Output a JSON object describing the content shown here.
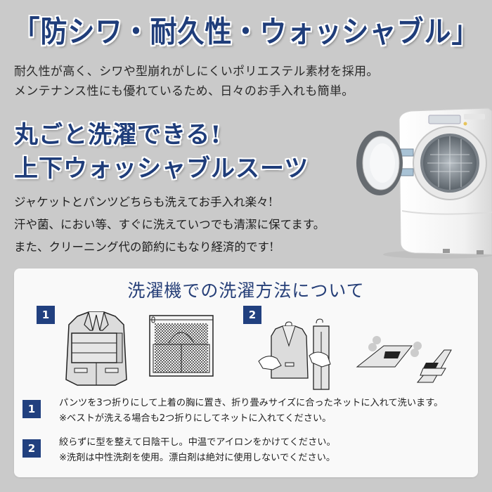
{
  "header": {
    "title": "「防シワ・耐久性・ウォッシャブル」"
  },
  "intro": {
    "lines": [
      "耐久性が高く、シワや型崩れがしにくいポリエステル素材を採用。",
      "メンテナンス性にも優れているため、日々のお手入れも簡単。"
    ]
  },
  "headline": {
    "lines": [
      "丸ごと洗濯できる!",
      "上下ウォッシャブルスーツ"
    ]
  },
  "features": {
    "lines": [
      "ジャケットとパンツどちらも洗えてお手入れ楽々!",
      "汗や菌、におい等、すぐに洗えていつでも清潔に保てます。",
      "また、クリーニング代の節約にもなり経済的です!"
    ]
  },
  "images": {
    "washer": "washing-machine-open-door",
    "step1_a": "jacket-with-folded-pants",
    "step1_b": "laundry-net-bag",
    "step2_a": "jacket-and-pants-on-hangers-with-hands",
    "step2_b": "ironing-folded-garments-with-steam"
  },
  "panel": {
    "title": "洗濯機での洗濯方法について",
    "steps": [
      {
        "number": "1",
        "lines": [
          "パンツを3つ折りにして上着の胸に置き、折り畳みサイズに合ったネットに入れて洗います。",
          "※ベストが洗える場合も2つ折りにしてネットに入れてください。"
        ]
      },
      {
        "number": "2",
        "lines": [
          "絞らずに型を整えて日陰干し。中温でアイロンをかけてください。",
          "※洗剤は中性洗剤を使用。漂白剤は絶対に使用しないでください。"
        ]
      }
    ]
  },
  "colors": {
    "background": "#cacaca",
    "accent_navy": "#21407f",
    "panel_bg": "#f9f9f9"
  }
}
